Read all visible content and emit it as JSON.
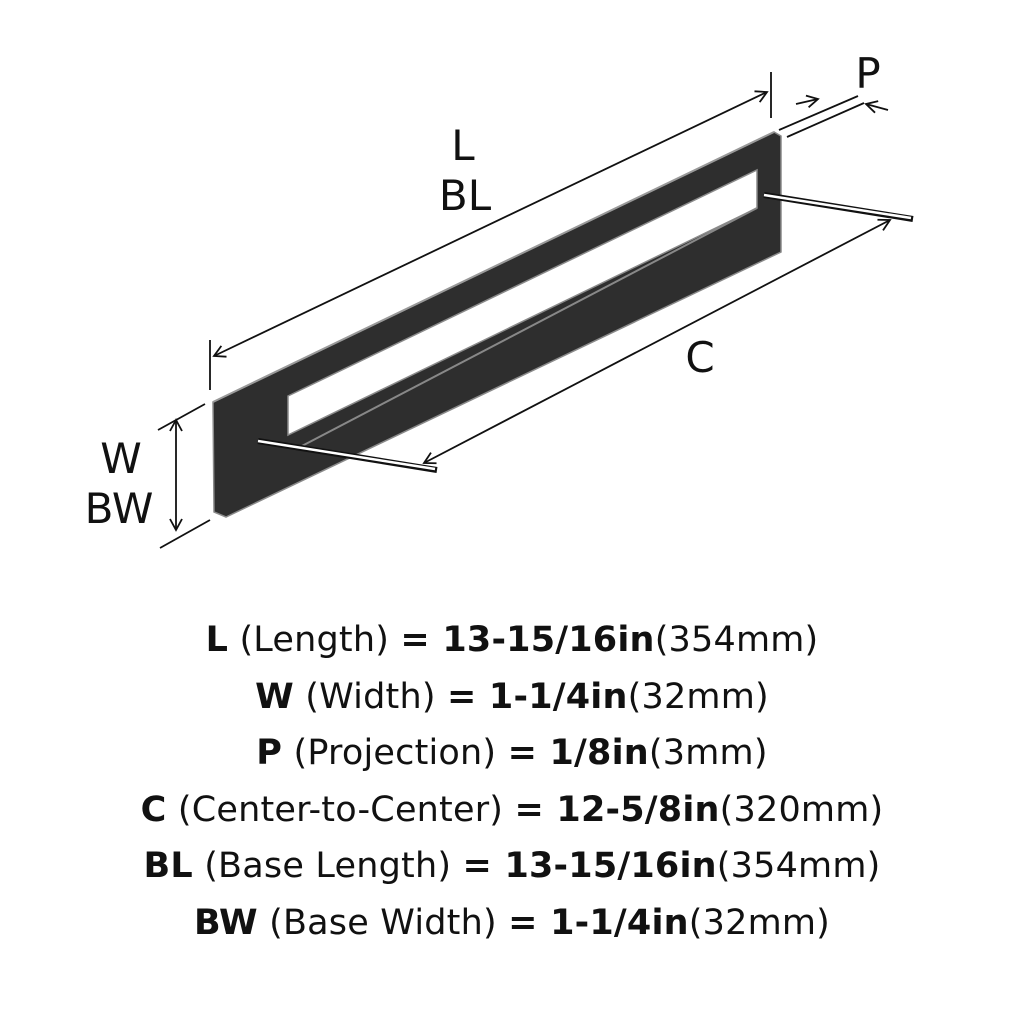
{
  "diagram": {
    "labels": {
      "L": "L",
      "BL": "BL",
      "P": "P",
      "C": "C",
      "W": "W",
      "BW": "BW"
    },
    "colors": {
      "plate": "#2e2e2e",
      "plate_edge": "#8a8a8a",
      "line": "#111111"
    }
  },
  "specs": [
    {
      "code": "L",
      "name": "(Length)",
      "imperial": "= 13-15/16in",
      "metric": "(354mm)"
    },
    {
      "code": "W",
      "name": "(Width)",
      "imperial": "= 1-1/4in",
      "metric": "(32mm)"
    },
    {
      "code": "P",
      "name": "(Projection)",
      "imperial": "= 1/8in",
      "metric": "(3mm)"
    },
    {
      "code": "C",
      "name": "(Center-to-Center)",
      "imperial": "= 12-5/8in",
      "metric": "(320mm)"
    },
    {
      "code": "BL",
      "name": "(Base Length)",
      "imperial": "= 13-15/16in",
      "metric": "(354mm)"
    },
    {
      "code": "BW",
      "name": "(Base Width)",
      "imperial": "= 1-1/4in",
      "metric": "(32mm)"
    }
  ]
}
